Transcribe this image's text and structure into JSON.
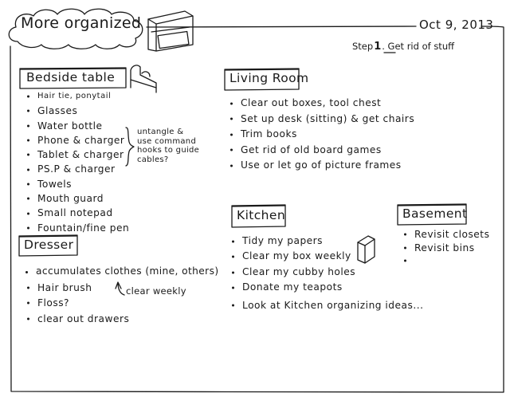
{
  "page": {
    "title": "More organized",
    "date": "Oct 9, 2013",
    "step_prefix": "Step",
    "step_number": "1",
    "step_text": ". Get rid of stuff"
  },
  "sections": {
    "bedside": {
      "header": "Bedside table",
      "items": [
        "Hair tie, ponytail",
        "Glasses",
        "Water bottle",
        "Phone & charger",
        "Tablet & charger",
        "PS.P & charger",
        "Towels",
        "Mouth guard",
        "Small notepad",
        "Fountain/fine pen"
      ],
      "note": [
        "untangle &",
        "use command",
        "hooks to guide",
        "cables?"
      ]
    },
    "dresser": {
      "header": "Dresser",
      "items": [
        "accumulates clothes (mine, others)",
        "Hair brush",
        "Floss?",
        "clear out drawers"
      ],
      "note": "clear weekly"
    },
    "living_room": {
      "header": "Living Room",
      "items": [
        "Clear out boxes, tool chest",
        "Set up desk (sitting) & get chairs",
        "Trim books",
        "Get rid of old board games",
        "Use or let go of picture frames"
      ]
    },
    "kitchen": {
      "header": "Kitchen",
      "items": [
        "Tidy my papers",
        "Clear my box weekly",
        "Clear my cubby holes",
        "Donate my teapots",
        "Look at Kitchen organizing ideas..."
      ]
    },
    "basement": {
      "header": "Basement",
      "items": [
        "Revisit closets",
        "Revisit bins",
        ""
      ]
    }
  }
}
